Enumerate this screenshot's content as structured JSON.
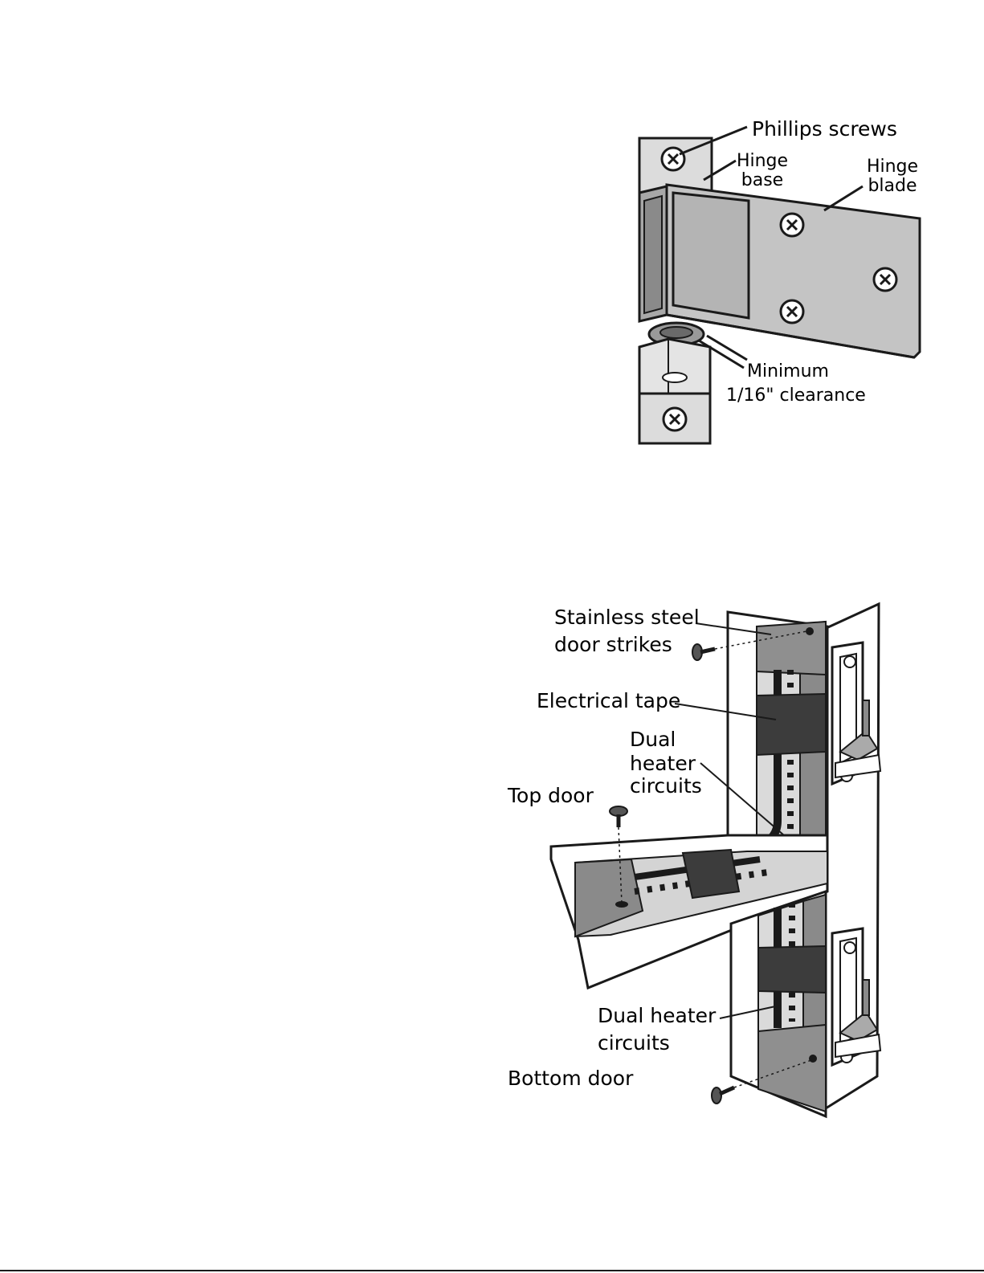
{
  "hinge_diagram": {
    "labels": {
      "phillips_screws": "Phillips screws",
      "hinge_base_1": "Hinge",
      "hinge_base_2": "base",
      "hinge_blade_1": "Hinge",
      "hinge_blade_2": "blade",
      "min_clearance_1": "Minimum",
      "min_clearance_2": "1/16\" clearance"
    }
  },
  "door_diagram": {
    "labels": {
      "strikes_1": "Stainless steel",
      "strikes_2": "door strikes",
      "electrical_tape": "Electrical tape",
      "dual_heater_top_1": "Dual",
      "dual_heater_top_2": "heater",
      "dual_heater_top_3": "circuits",
      "top_door": "Top door",
      "dual_heater_bottom_1": "Dual heater",
      "dual_heater_bottom_2": "circuits",
      "bottom_door": "Bottom door"
    }
  },
  "colors": {
    "ink": "#1a1a1a",
    "light_gray": "#d0d0d0",
    "mid_gray": "#a8a8a8",
    "dark_gray": "#7a7a7a",
    "tape": "#3c3c3c"
  }
}
